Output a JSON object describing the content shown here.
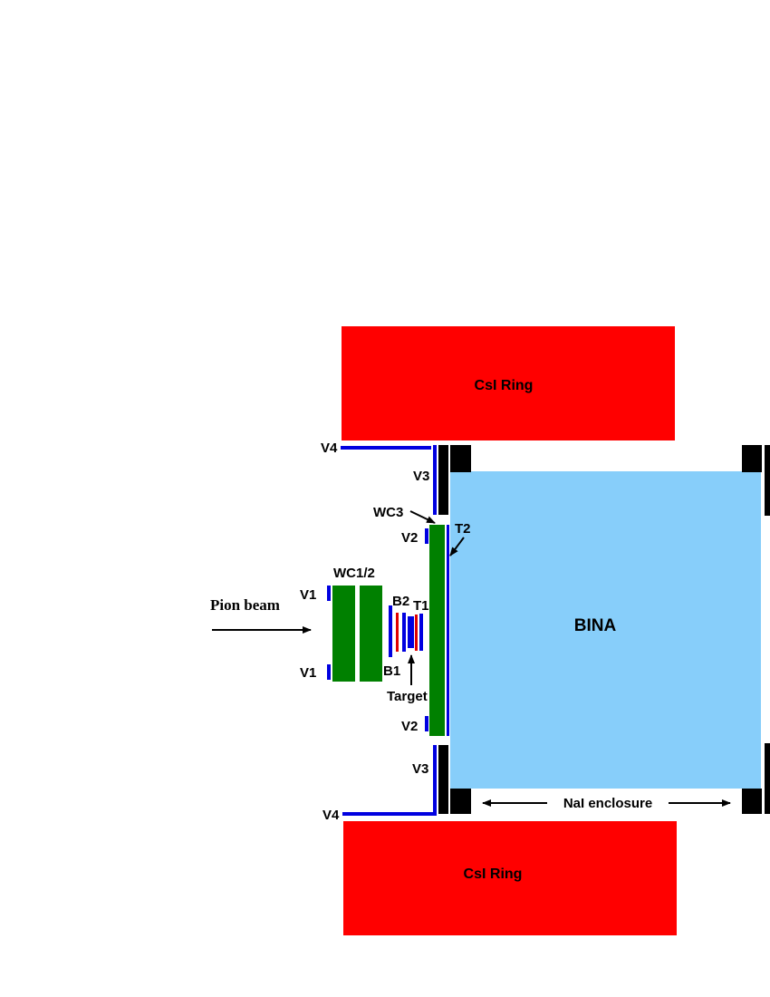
{
  "labels": {
    "csi_ring_top": "CsI Ring",
    "csi_ring_bottom": "CsI Ring",
    "bina": "BINA",
    "pion_beam": "Pion beam",
    "wc12": "WC1/2",
    "wc3": "WC3",
    "t2": "T2",
    "t1": "T1",
    "b1": "B1",
    "b2": "B2",
    "target": "Target",
    "v1_top": "V1",
    "v1_bottom": "V1",
    "v2_top": "V2",
    "v2_bottom": "V2",
    "v3_top": "V3",
    "v3_bottom": "V3",
    "v4_top": "V4",
    "v4_bottom": "V4",
    "nai_enclosure": "NaI enclosure"
  },
  "colors": {
    "csi": "#ff0000",
    "bina": "#87cefa",
    "chamber": "#008000",
    "veto": "#0000e0",
    "enclosure": "#000000",
    "target_red": "#e00000"
  }
}
